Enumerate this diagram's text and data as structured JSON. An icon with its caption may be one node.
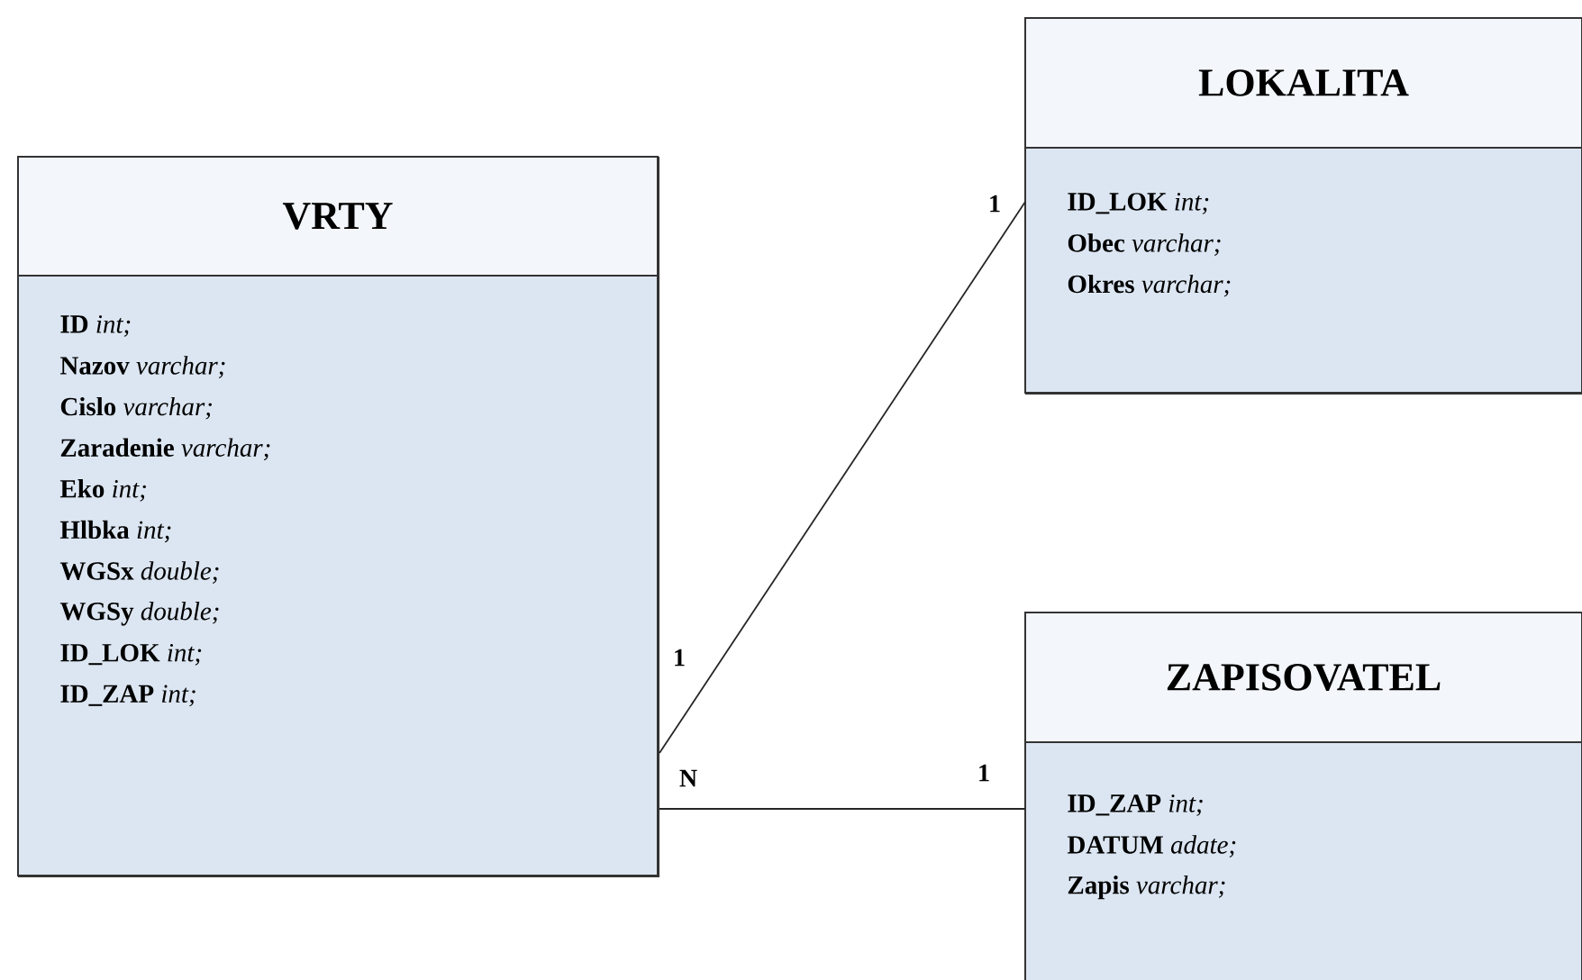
{
  "diagram": {
    "nodes": [
      {
        "text": [
          "VRTY",
          "**ID** *int;*",
          "**Nazov** *varchar;*",
          "**Cislo** *varchar;*",
          "**Zaradenie** *varchar;*",
          "**Eko** *int;*",
          "**Hlbka** *int;*",
          "**WGSx** *double;*",
          "**WGSy** *double;*",
          "**ID_LOK** *int;*",
          "**ID_ZAP** *int;*"
        ]
      },
      {
        "text": [
          "LOKALITA",
          "**ID_LOK** *int;*",
          "**Obec** *varchar;*",
          "**Okres** *varchar;*"
        ]
      },
      {
        "text": [
          "ZAPISOVATEL",
          "**ID_ZAP** *int;*",
          "**DATUM** *adate;*",
          "**Zapis** *varchar;*"
        ]
      }
    ],
    "edges": [
      {
        "from": 0,
        "to": 1,
        "arrow": "none"
      },
      {
        "from": 0,
        "to": 2,
        "arrow": "none"
      }
    ],
    "labels": [
      "1",
      "1",
      "N",
      "1"
    ]
  }
}
